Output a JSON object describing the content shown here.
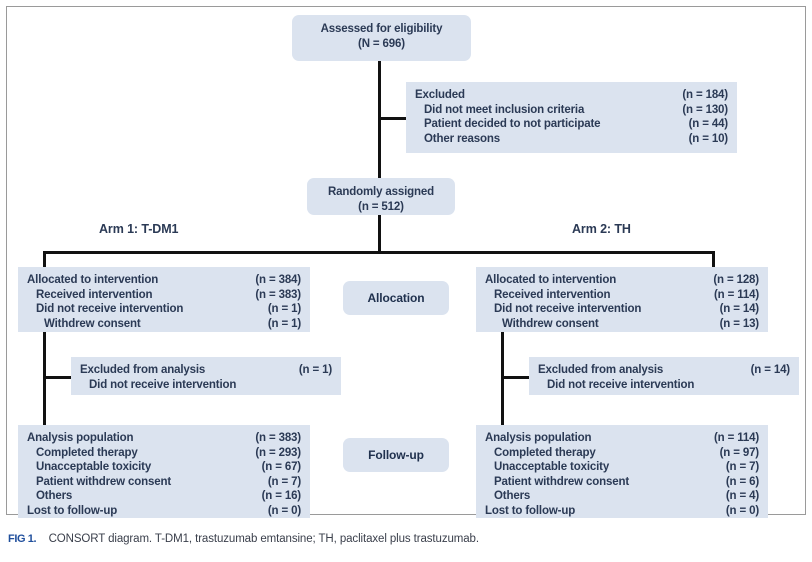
{
  "figure": {
    "caption_prefix": "FIG 1.",
    "caption_text": "CONSORT diagram. T-DM1, trastuzumab emtansine; TH, paclitaxel plus trastuzumab.",
    "box_fill": "#dbe3ef",
    "text_color": "#2b3a55",
    "line_color": "#111111"
  },
  "nodes": {
    "assessed": {
      "line1": "Assessed for eligibility",
      "line2": "(N = 696)"
    },
    "excluded": {
      "rows": [
        {
          "label": "Excluded",
          "value": "(n = 184)",
          "indent": 0
        },
        {
          "label": "Did not meet inclusion criteria",
          "value": "(n = 130)",
          "indent": 1
        },
        {
          "label": "Patient decided to not participate",
          "value": "(n = 44)",
          "indent": 1
        },
        {
          "label": "Other reasons",
          "value": "(n = 10)",
          "indent": 1
        }
      ]
    },
    "randomized": {
      "line1": "Randomly assigned",
      "line2": "(n = 512)"
    },
    "arm1_label": "Arm 1: T-DM1",
    "arm2_label": "Arm 2: TH",
    "allocation_label": "Allocation",
    "followup_label": "Follow-up",
    "arm1_allocation": {
      "rows": [
        {
          "label": "Allocated to intervention",
          "value": "(n = 384)",
          "indent": 0
        },
        {
          "label": "Received intervention",
          "value": "(n = 383)",
          "indent": 1
        },
        {
          "label": "Did not receive intervention",
          "value": "(n = 1)",
          "indent": 1
        },
        {
          "label": "Withdrew consent",
          "value": "(n = 1)",
          "indent": 2
        }
      ]
    },
    "arm2_allocation": {
      "rows": [
        {
          "label": "Allocated to intervention",
          "value": "(n = 128)",
          "indent": 0
        },
        {
          "label": "Received intervention",
          "value": "(n = 114)",
          "indent": 1
        },
        {
          "label": "Did not receive intervention",
          "value": "(n = 14)",
          "indent": 1
        },
        {
          "label": "Withdrew consent",
          "value": "(n = 13)",
          "indent": 2
        }
      ]
    },
    "arm1_excluded": {
      "rows": [
        {
          "label": "Excluded from analysis",
          "value": "(n = 1)",
          "indent": 0
        },
        {
          "label": "Did not receive intervention",
          "value": "",
          "indent": 1
        }
      ]
    },
    "arm2_excluded": {
      "rows": [
        {
          "label": "Excluded from analysis",
          "value": "(n = 14)",
          "indent": 0
        },
        {
          "label": "Did not receive intervention",
          "value": "",
          "indent": 1
        }
      ]
    },
    "arm1_followup": {
      "rows": [
        {
          "label": "Analysis population",
          "value": "(n = 383)",
          "indent": 0
        },
        {
          "label": "Completed therapy",
          "value": "(n = 293)",
          "indent": 1
        },
        {
          "label": "Unacceptable toxicity",
          "value": "(n = 67)",
          "indent": 1
        },
        {
          "label": "Patient withdrew consent",
          "value": "(n = 7)",
          "indent": 1
        },
        {
          "label": "Others",
          "value": "(n = 16)",
          "indent": 1
        },
        {
          "label": "Lost to follow-up",
          "value": "(n = 0)",
          "indent": 0
        }
      ]
    },
    "arm2_followup": {
      "rows": [
        {
          "label": "Analysis population",
          "value": "(n = 114)",
          "indent": 0
        },
        {
          "label": "Completed therapy",
          "value": "(n = 97)",
          "indent": 1
        },
        {
          "label": "Unacceptable toxicity",
          "value": "(n = 7)",
          "indent": 1
        },
        {
          "label": "Patient withdrew consent",
          "value": "(n = 6)",
          "indent": 1
        },
        {
          "label": "Others",
          "value": "(n = 4)",
          "indent": 1
        },
        {
          "label": "Lost to follow-up",
          "value": "(n = 0)",
          "indent": 0
        }
      ]
    }
  }
}
